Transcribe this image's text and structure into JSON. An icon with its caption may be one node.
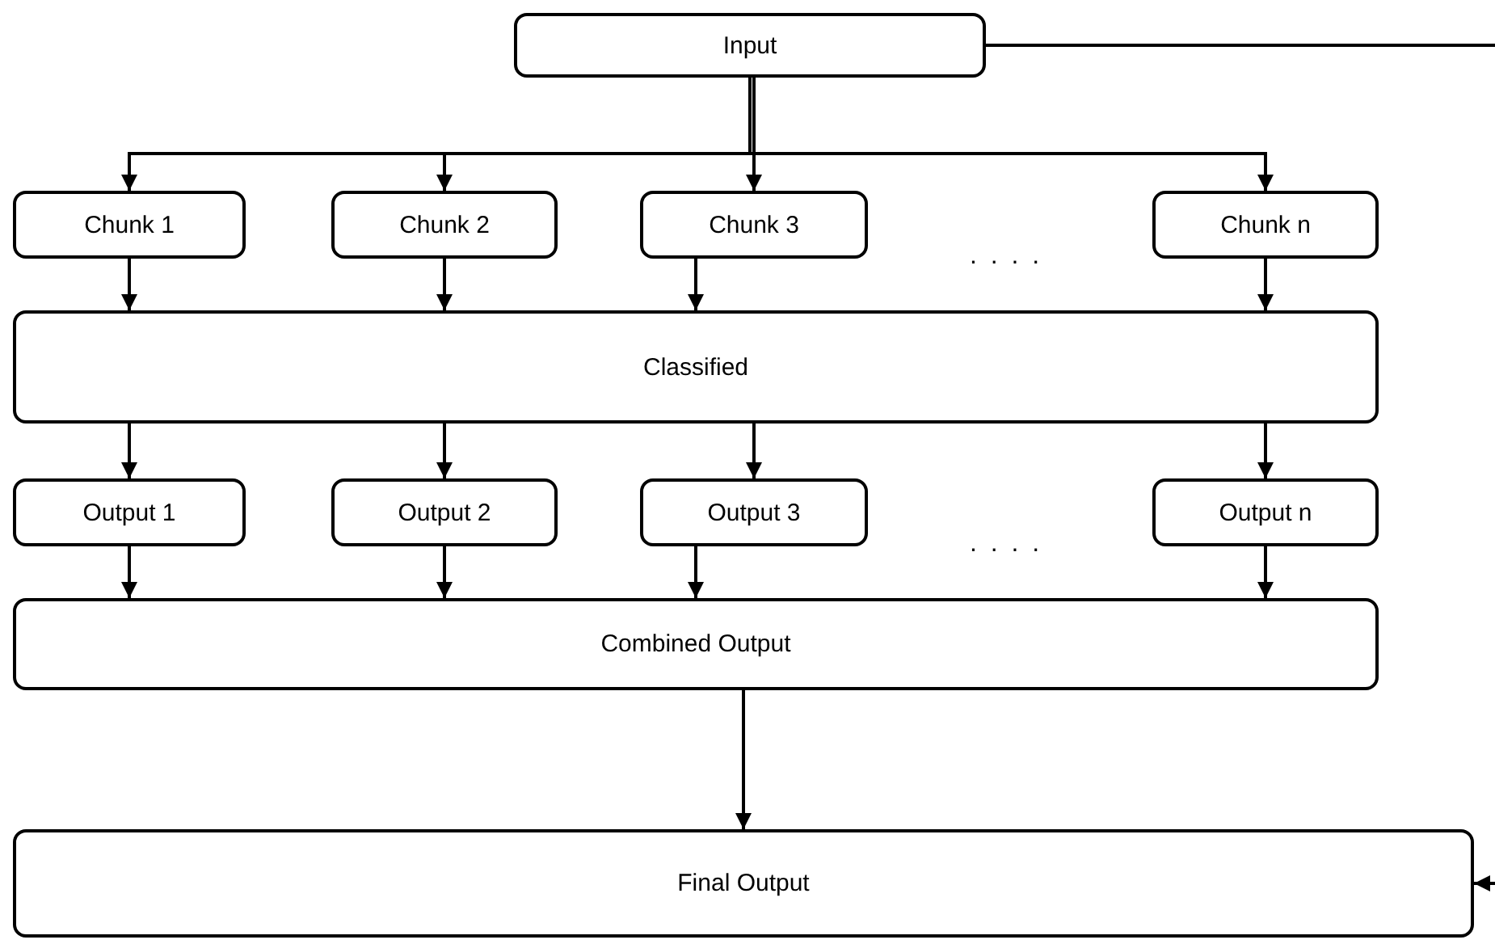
{
  "diagram": {
    "nodes": [
      {
        "text": [
          "Input"
        ]
      },
      {
        "text": [
          "Chunk 1"
        ]
      },
      {
        "text": [
          "Chunk 2"
        ]
      },
      {
        "text": [
          "Chunk 3"
        ]
      },
      {
        "text": [
          "Chunk n"
        ]
      },
      {
        "text": [
          "Classified"
        ]
      },
      {
        "text": [
          "Output 1"
        ]
      },
      {
        "text": [
          "Output 2"
        ]
      },
      {
        "text": [
          "Output 3"
        ]
      },
      {
        "text": [
          "Output n"
        ]
      },
      {
        "text": [
          "Combined Output"
        ]
      },
      {
        "text": [
          "Final Output"
        ]
      }
    ],
    "edges": [
      {
        "from": 0,
        "to": 1,
        "arrow": "to"
      },
      {
        "from": 0,
        "to": 2,
        "arrow": "to"
      },
      {
        "from": 0,
        "to": 3,
        "arrow": "to"
      },
      {
        "from": 0,
        "to": 4,
        "arrow": "to"
      },
      {
        "from": 1,
        "to": 5,
        "arrow": "to"
      },
      {
        "from": 2,
        "to": 5,
        "arrow": "to"
      },
      {
        "from": 3,
        "to": 5,
        "arrow": "to"
      },
      {
        "from": 4,
        "to": 5,
        "arrow": "to"
      },
      {
        "from": 5,
        "to": 6,
        "arrow": "to"
      },
      {
        "from": 5,
        "to": 7,
        "arrow": "to"
      },
      {
        "from": 5,
        "to": 8,
        "arrow": "to"
      },
      {
        "from": 5,
        "to": 9,
        "arrow": "to"
      },
      {
        "from": 6,
        "to": 10,
        "arrow": "to"
      },
      {
        "from": 7,
        "to": 10,
        "arrow": "to"
      },
      {
        "from": 8,
        "to": 10,
        "arrow": "to"
      },
      {
        "from": 9,
        "to": 10,
        "arrow": "to"
      },
      {
        "from": 10,
        "to": 11,
        "arrow": "to"
      },
      {
        "from": 0,
        "to": 11,
        "arrow": "to"
      }
    ],
    "labels": [
      ". . . .",
      ". . . ."
    ]
  }
}
